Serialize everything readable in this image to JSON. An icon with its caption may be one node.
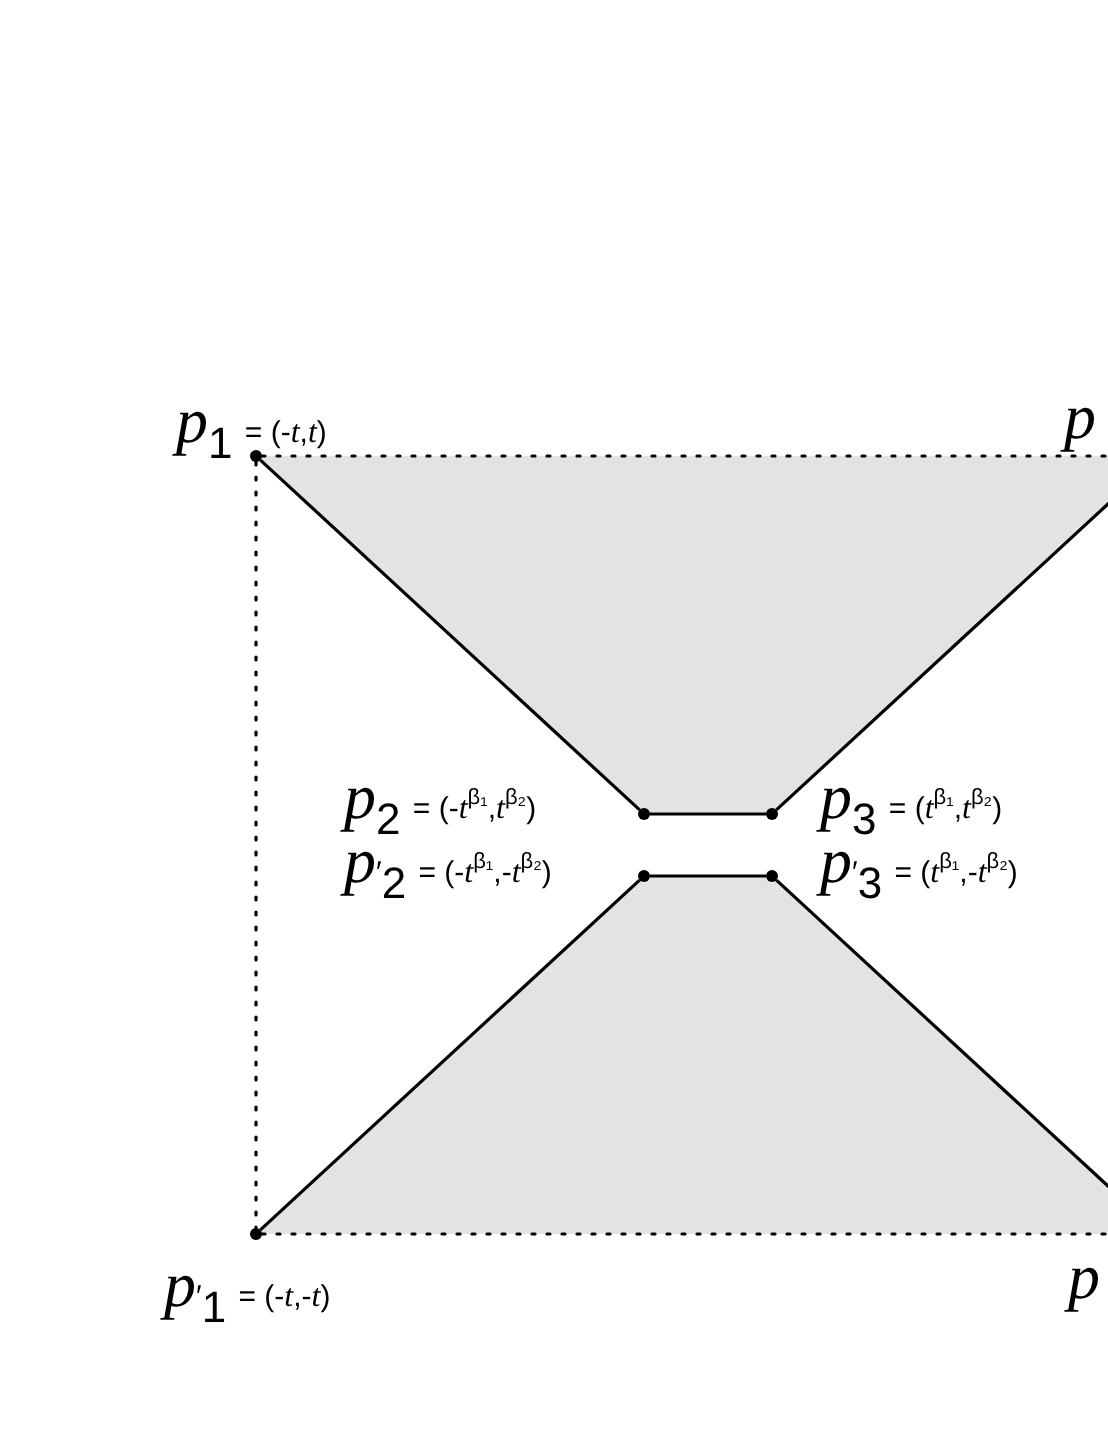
{
  "diagram": {
    "nodes": [
      {
        "text": [],
        "shape": "circle",
        "beside": [
          "*p*$_{1}$ = (-*t*,*t*)"
        ]
      },
      {
        "text": [],
        "shape": "circle",
        "beside": [
          "*p*$_{2}$ = (-*t*$^{β₁}$,*t*$^{β₂}$)"
        ]
      },
      {
        "text": [],
        "shape": "circle",
        "beside": [
          "*p*$_{3}$ = (*t*$^{β₁}$,*t*$^{β₂}$)"
        ]
      },
      {
        "text": [],
        "shape": "circle",
        "beside": [
          "*p*′$_{2}$ = (-*t*$^{β₁}$,-*t*$^{β₂}$)"
        ]
      },
      {
        "text": [],
        "shape": "circle",
        "beside": [
          "*p*′$_{3}$ = (*t*$^{β₁}$,-*t*$^{β₂}$)"
        ]
      },
      {
        "text": [],
        "shape": "circle",
        "beside": [
          "*p*′$_{1}$ = (-*t*,-*t*)"
        ]
      }
    ],
    "edges": [
      {
        "from": 0,
        "to": 1,
        "arrow": "none"
      },
      {
        "from": 1,
        "to": 2,
        "arrow": "none"
      },
      {
        "from": 2,
        "to": null,
        "arrow": "none"
      },
      {
        "from": 5,
        "to": 3,
        "arrow": "none"
      },
      {
        "from": 3,
        "to": 4,
        "arrow": "none"
      },
      {
        "from": 4,
        "to": null,
        "arrow": "none"
      },
      {
        "from": 0,
        "to": 5,
        "arrow": "none",
        "style": "dashed"
      },
      {
        "from": 0,
        "to": null,
        "arrow": "none",
        "style": "dashed"
      },
      {
        "from": 5,
        "to": null,
        "arrow": "none",
        "style": "dashed"
      }
    ],
    "labels": [
      "*p*",
      "*p*"
    ]
  }
}
